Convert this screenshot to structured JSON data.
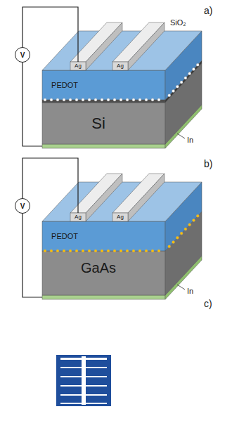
{
  "diagram": {
    "nodes": [
      {
        "text": [
          "V"
        ]
      },
      {
        "text": [
          "Ag"
        ]
      },
      {
        "text": [
          "Ag"
        ]
      },
      {
        "text": [
          "PEDOT"
        ]
      },
      {
        "text": [
          "Si"
        ]
      },
      {
        "text": [
          "V"
        ]
      },
      {
        "text": [
          "Ag"
        ]
      },
      {
        "text": [
          "Ag"
        ]
      },
      {
        "text": [
          "PEDOT"
        ]
      },
      {
        "text": [
          "GaAs"
        ]
      }
    ],
    "edges": [
      {
        "from": 0,
        "to": 1,
        "arrow": "none"
      },
      {
        "from": 5,
        "to": 6,
        "arrow": "none"
      }
    ],
    "labels": [
      "a)",
      "SiO₂",
      "In",
      "b)",
      "In",
      "c)"
    ]
  }
}
